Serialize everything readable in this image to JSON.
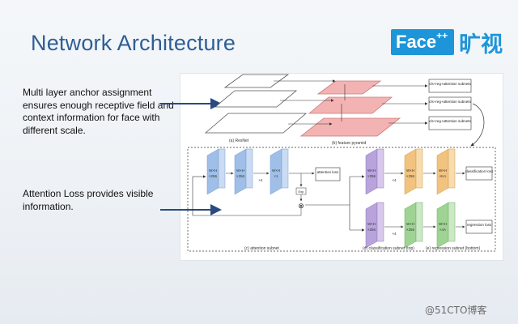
{
  "slide": {
    "title": "Network Architecture",
    "logo": {
      "brand": "Face",
      "superscript": "++",
      "chinese": "旷视"
    },
    "notes": [
      "Multi layer anchor assignment ensures enough receptive field and context information for face with different scale.",
      "Attention Loss provides visible information."
    ],
    "watermark": "@51CTO博客"
  },
  "diagram": {
    "captions": {
      "resnet": "(a) ResNet",
      "feature_pyramid": "(b) feature pyramid",
      "attention_subnet": "(c) attention subnet",
      "classification_subnet": "(d) classification subnet (top)",
      "regression_subnet": "(e) regression subnet (bottom)"
    },
    "subnet_boxes": [
      "cls+reg+attention subnets",
      "cls+reg+attention subnets",
      "cls+reg+attention subnets"
    ],
    "attention_blocks": [
      {
        "top": "W×H",
        "bottom": "×256"
      },
      {
        "top": "W×H",
        "bottom": "×256"
      },
      {
        "top": "W×H",
        "bottom": "×1"
      }
    ],
    "attention_repeat": "×4",
    "attention_loss": "attention loss",
    "exp_label": "Exp",
    "multiply_symbol": "⊗",
    "cls_blocks": [
      {
        "top": "W×H",
        "bottom": "×256"
      },
      {
        "top": "W×H",
        "bottom": "×256"
      },
      {
        "top": "W×H",
        "bottom": "×KA"
      }
    ],
    "cls_repeat": "×4",
    "classification_loss": "classification loss",
    "reg_blocks": [
      {
        "top": "W×H",
        "bottom": "×256"
      },
      {
        "top": "W×H",
        "bottom": "×256"
      },
      {
        "top": "W×H",
        "bottom": "×4A"
      }
    ],
    "reg_repeat": "×4",
    "regression_loss": "regression loss",
    "colors": {
      "title": "#2f5e95",
      "logo": "#1e95d8",
      "resnet_layer": "#ffffff",
      "pyramid_layer": "#f4b3b3",
      "attention_block": "#c9dcf3",
      "cls_purple": "#d8c9ec",
      "cls_orange": "#f6dcae",
      "reg_green": "#cde8c7"
    }
  }
}
